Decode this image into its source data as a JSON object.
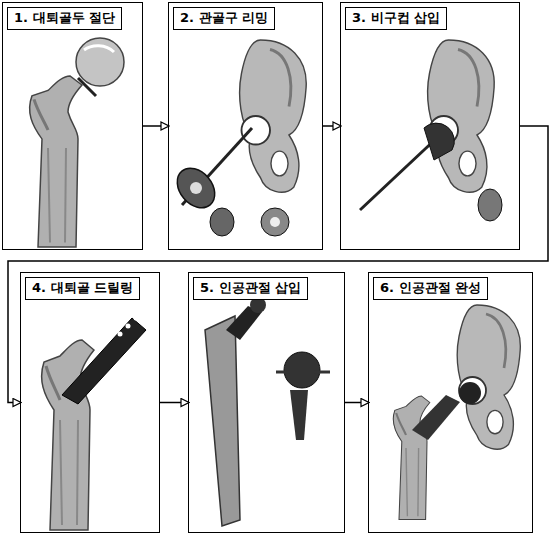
{
  "diagram": {
    "nodes": [
      {
        "text": [
          "1. 대퇴골두 절단"
        ]
      },
      {
        "text": [
          "2. 관골구 리밍"
        ]
      },
      {
        "text": [
          "3. 비구컵 삽입"
        ]
      },
      {
        "text": [
          "4. 대퇴골 드릴링"
        ]
      },
      {
        "text": [
          "5. 인공관절 삽입"
        ]
      },
      {
        "text": [
          "6. 인공관절 완성"
        ]
      }
    ],
    "edges": [
      {
        "from": 0,
        "to": 1,
        "arrow": "to"
      },
      {
        "from": 1,
        "to": 2,
        "arrow": "to"
      },
      {
        "from": 2,
        "to": 3,
        "arrow": "to"
      },
      {
        "from": 3,
        "to": 4,
        "arrow": "to"
      },
      {
        "from": 4,
        "to": 5,
        "arrow": "to"
      }
    ]
  }
}
